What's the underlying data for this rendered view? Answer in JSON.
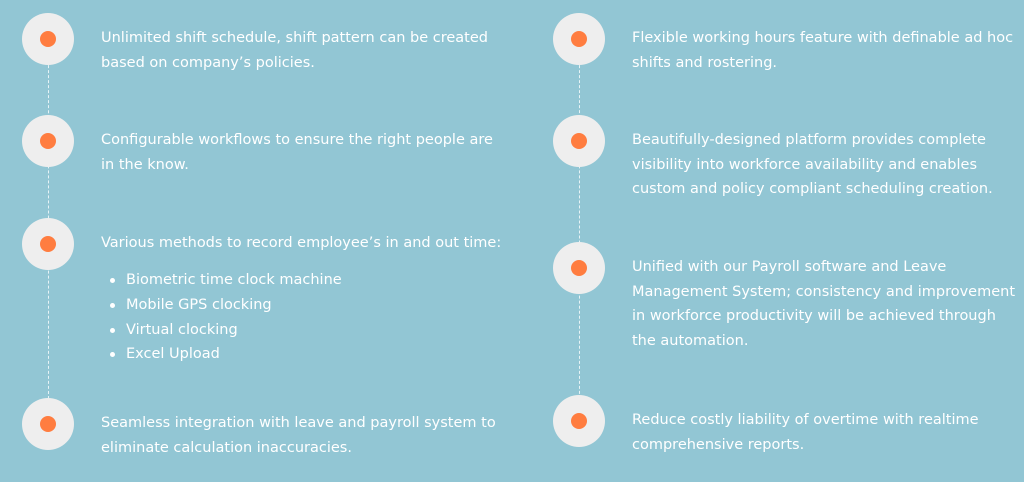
{
  "colors": {
    "background": "#92c6d4",
    "bullet_circle": "#eeeeee",
    "bullet_dot": "#ff7d40",
    "text": "#ffffff"
  },
  "features_left": [
    {
      "text": "Unlimited shift schedule, shift pattern can be created based on company’s policies."
    },
    {
      "text": "Configurable workflows to ensure the right people are in the know."
    },
    {
      "text": "Various methods to record employee’s in and out time:",
      "subitems": [
        "Biometric time clock machine",
        "Mobile GPS clocking",
        "Virtual clocking",
        "Excel Upload"
      ]
    },
    {
      "text": "Seamless integration with leave and payroll system to eliminate calculation inaccuracies."
    }
  ],
  "features_right": [
    {
      "text": "Flexible working hours feature with definable ad hoc shifts and rostering."
    },
    {
      "text": "Beautifully-designed platform provides complete visibility into workforce availability and enables custom and policy compliant scheduling creation."
    },
    {
      "text": "Unified with our Payroll software and Leave Management System; consistency and improvement in workforce productivity will be achieved through the automation."
    },
    {
      "text": "Reduce costly liability of overtime with realtime comprehensive reports."
    }
  ]
}
